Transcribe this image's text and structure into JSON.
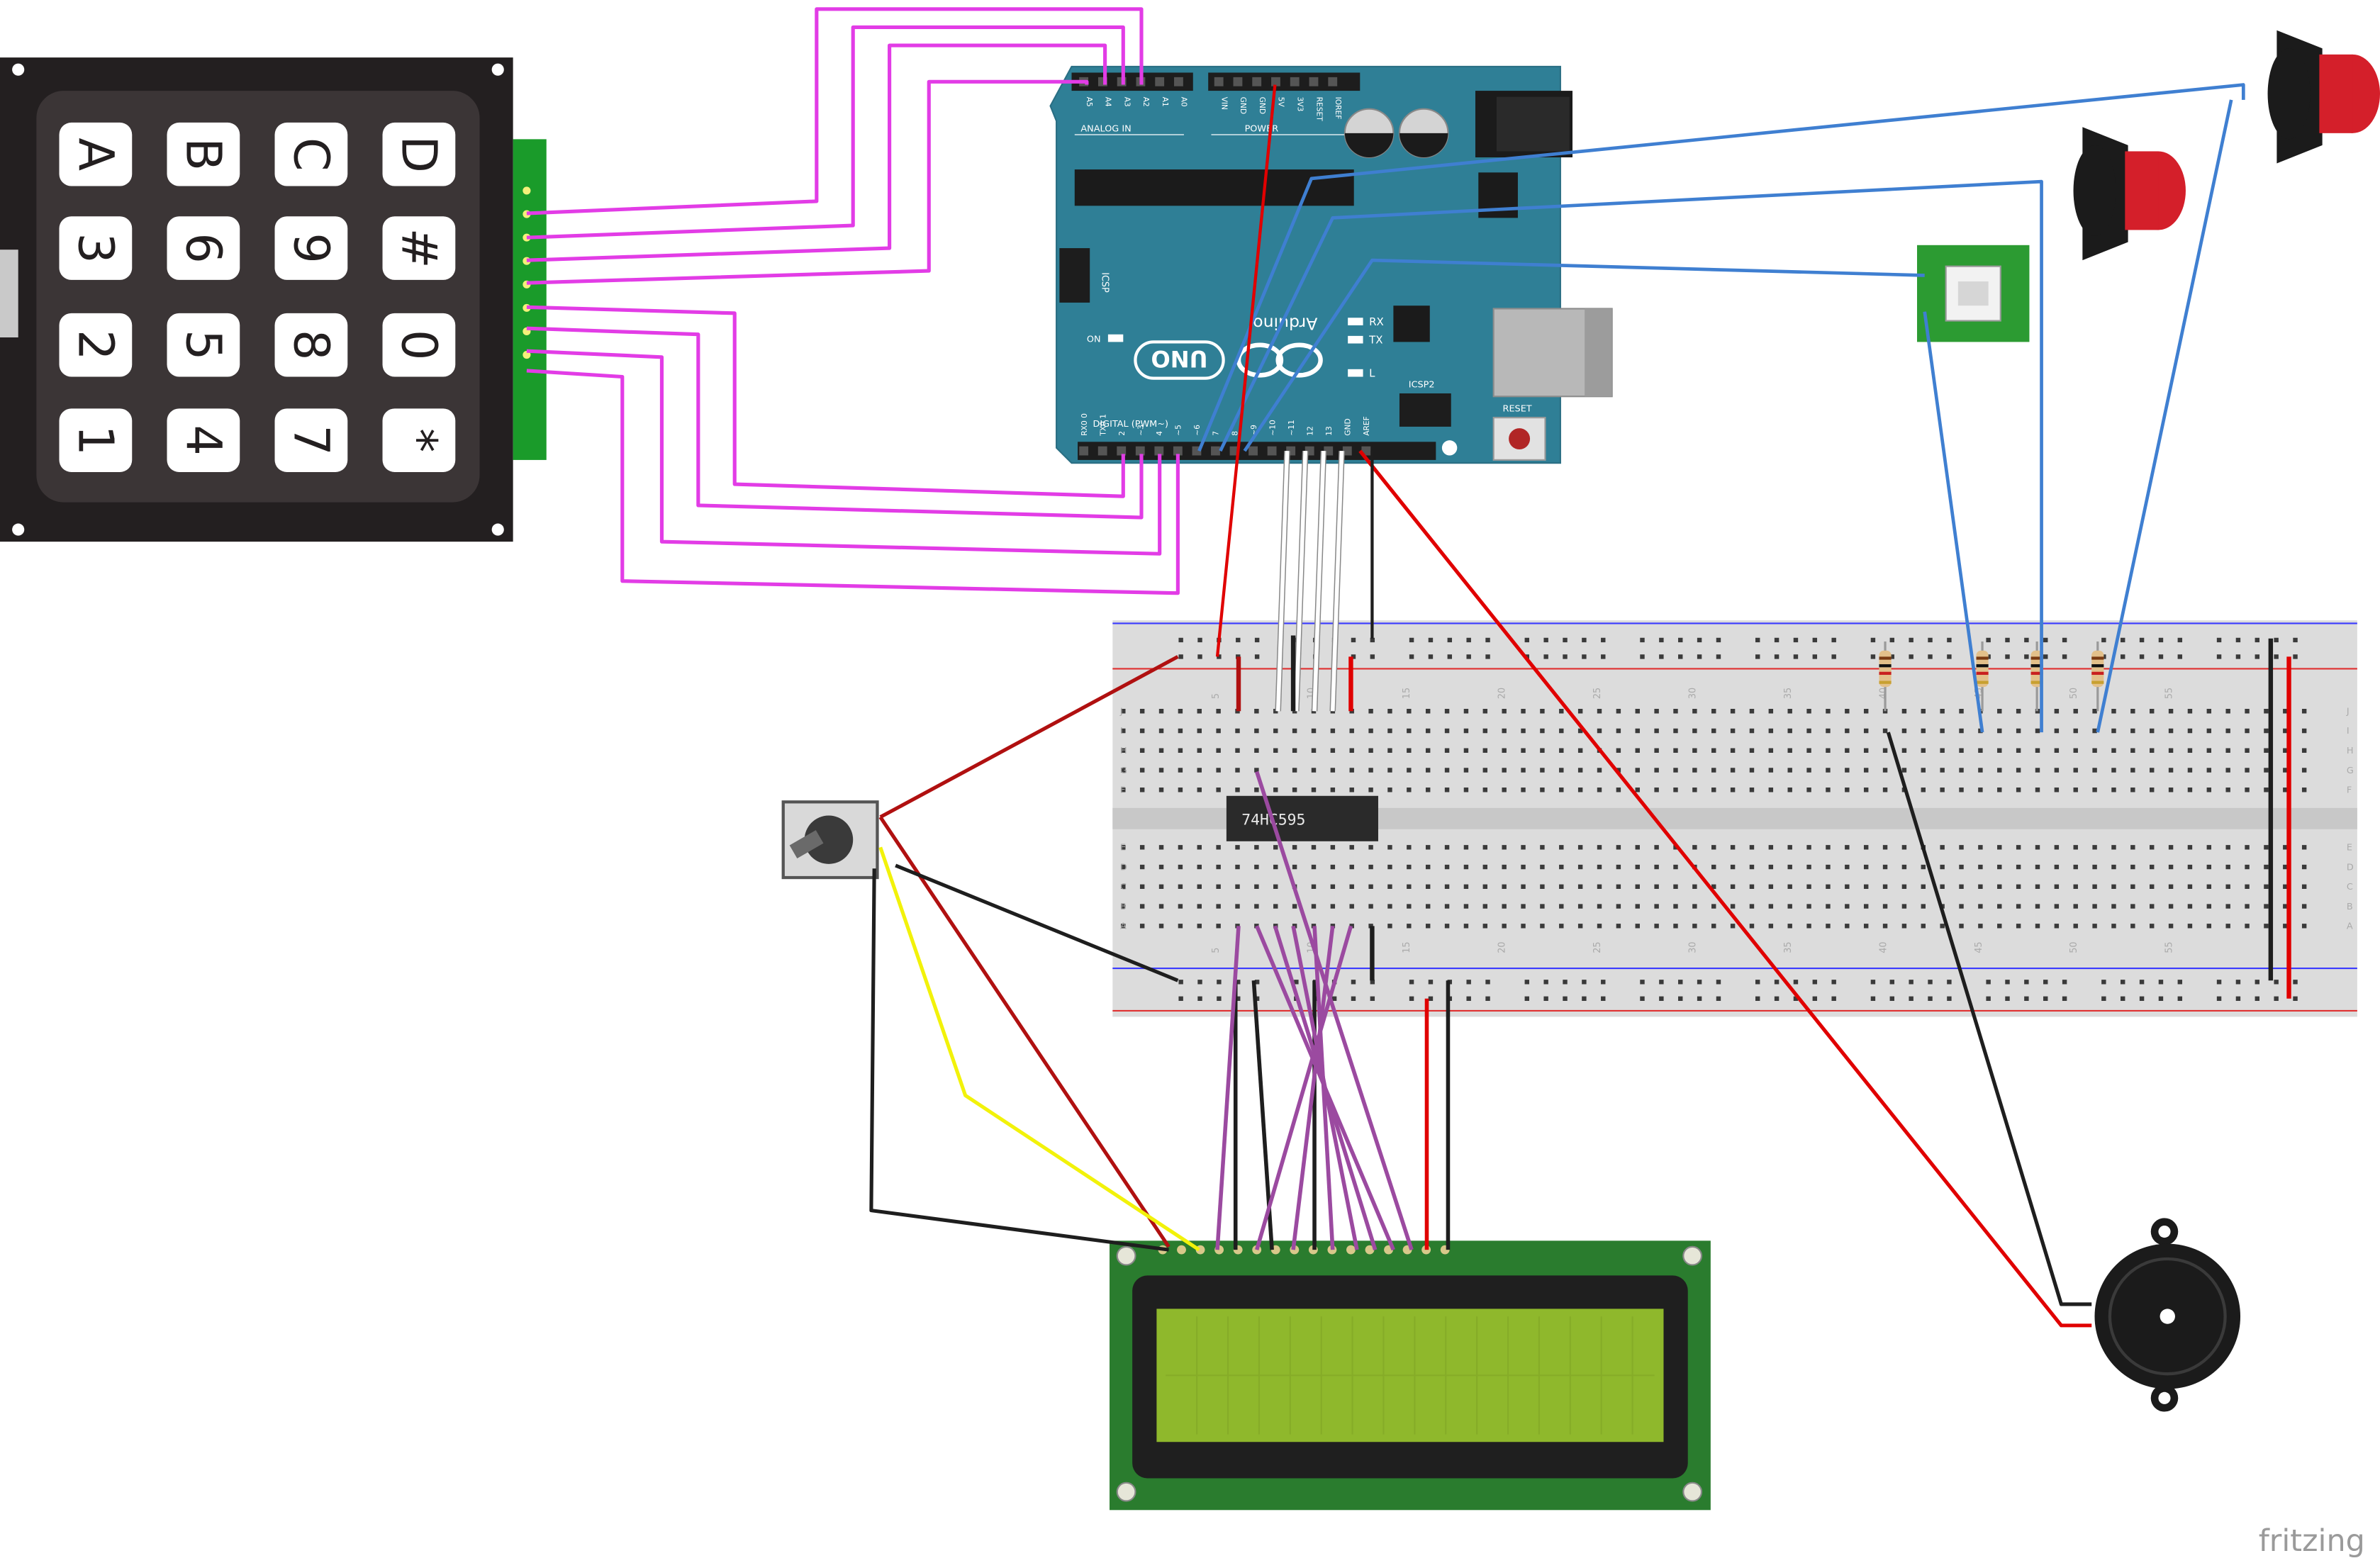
{
  "keypad": {
    "keys": [
      [
        "A",
        "B",
        "C",
        "D"
      ],
      [
        "3",
        "6",
        "9",
        "#"
      ],
      [
        "2",
        "5",
        "8",
        "0"
      ],
      [
        "1",
        "4",
        "7",
        "*"
      ]
    ]
  },
  "arduino": {
    "brand": "Arduino",
    "model": "UNO",
    "analog_header": "ANALOG IN",
    "power_header": "POWER",
    "analog_pins": [
      "A5",
      "A4",
      "A3",
      "A2",
      "A1",
      "A0"
    ],
    "power_pins": [
      "VIN",
      "GND",
      "GND",
      "5V",
      "3V3",
      "RESET",
      "IOREF"
    ],
    "digital_header": "DIGITAL (PWM~)",
    "digital_pins": [
      "RX0 0",
      "TX0 1",
      "2",
      "~3",
      "4",
      "~5",
      "~6",
      "7",
      "8",
      "~9",
      "~10",
      "~11",
      "12",
      "13",
      "GND",
      "AREF"
    ],
    "icsp": "ICSP",
    "icsp2": "ICSP2",
    "reset": "RESET",
    "on": "ON",
    "rx": "RX",
    "tx": "TX",
    "l": "L"
  },
  "breadboard": {
    "column_labels": [
      "5",
      "10",
      "15",
      "20",
      "25",
      "30",
      "35",
      "40",
      "45",
      "50",
      "55"
    ],
    "row_labels_top": [
      "J",
      "I",
      "H",
      "G",
      "F"
    ],
    "row_labels_bottom": [
      "E",
      "D",
      "C",
      "B",
      "A"
    ]
  },
  "ic": {
    "label": "74HC595"
  },
  "footer": {
    "brand": "fritzing"
  },
  "colors": {
    "magenta_wire": "#e23ce6",
    "blue_wire": "#3f7fd1",
    "red_wire": "#e00000",
    "dark_red_wire": "#b01010",
    "black_wire": "#1e1e1e",
    "white_wire": "#ffffff",
    "purple_wire": "#9b4aa0",
    "yellow_wire": "#f2f20a",
    "arduino_blue": "#2f7f96",
    "lcd_pcb": "#2a7c2e",
    "lcd_screen": "#8fb82c",
    "keypad_body": "#231f20"
  }
}
